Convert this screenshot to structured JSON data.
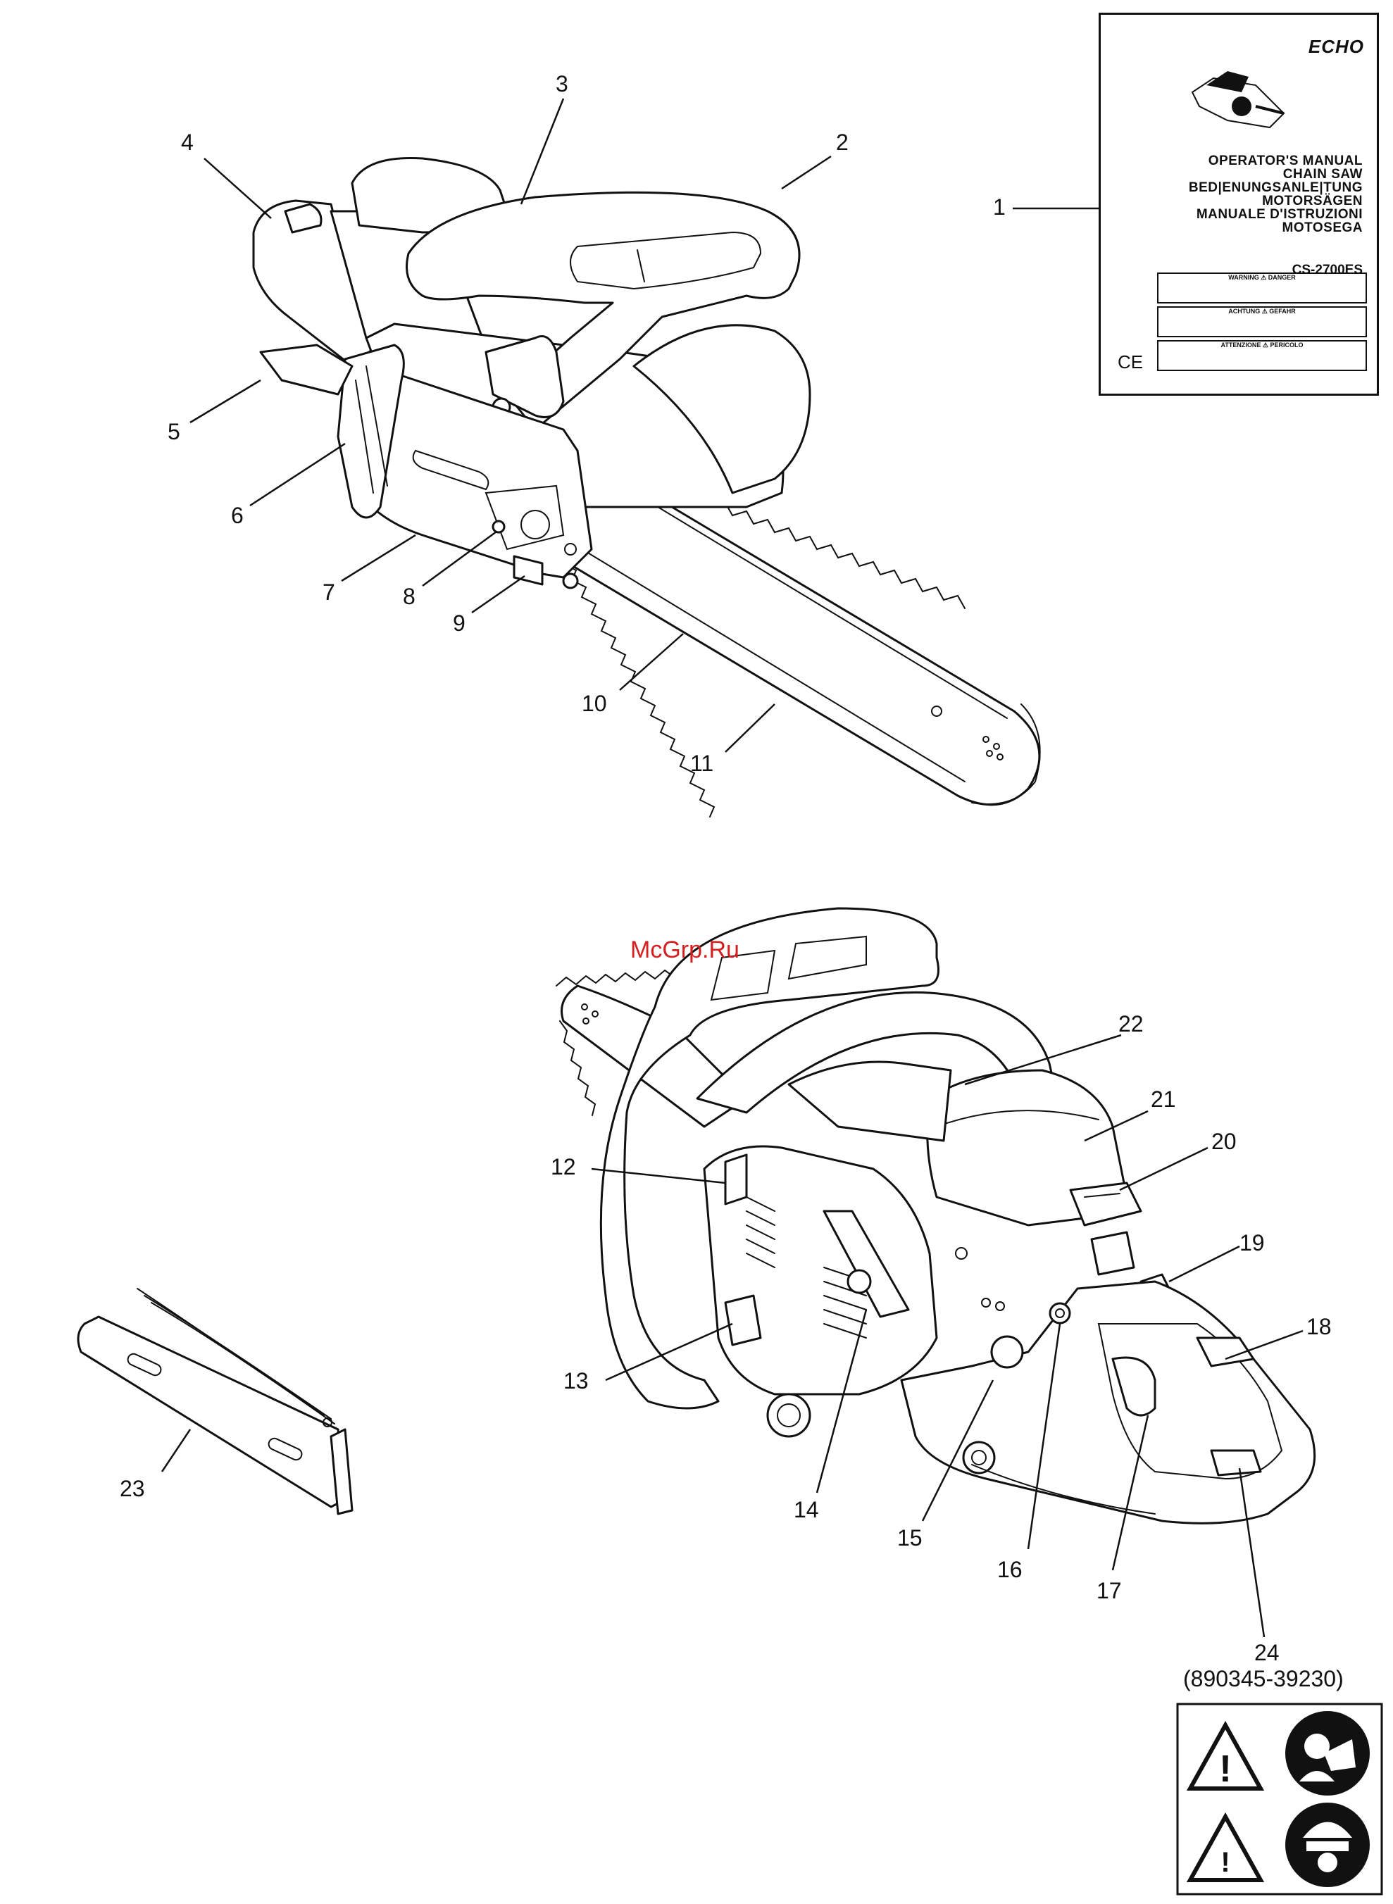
{
  "callouts": [
    "1",
    "2",
    "3",
    "4",
    "5",
    "6",
    "7",
    "8",
    "9",
    "10",
    "11",
    "12",
    "13",
    "14",
    "15",
    "16",
    "17",
    "18",
    "19",
    "20",
    "21",
    "22",
    "23",
    "24"
  ],
  "part_number": "(890345-39230)",
  "watermark": "McGrp.Ru",
  "manual": {
    "brand": "ECHO",
    "title_lines": [
      "OPERATOR'S MANUAL",
      "CHAIN SAW",
      "BED|ENUNGSANLE|TUNG",
      "MOTORSÄGEN",
      "MANUALE D'ISTRUZIONI",
      "MOTOSEGA"
    ],
    "model": "CS-2700ES",
    "warnings": [
      "WARNING ⚠ DANGER",
      "ACHTUNG ⚠ GEFAHR",
      "ATTENZIONE ⚠ PERICOLO"
    ],
    "mark": "CE"
  },
  "colors": {
    "ink": "#111111",
    "watermark": "#d42020",
    "paper": "#ffffff"
  }
}
